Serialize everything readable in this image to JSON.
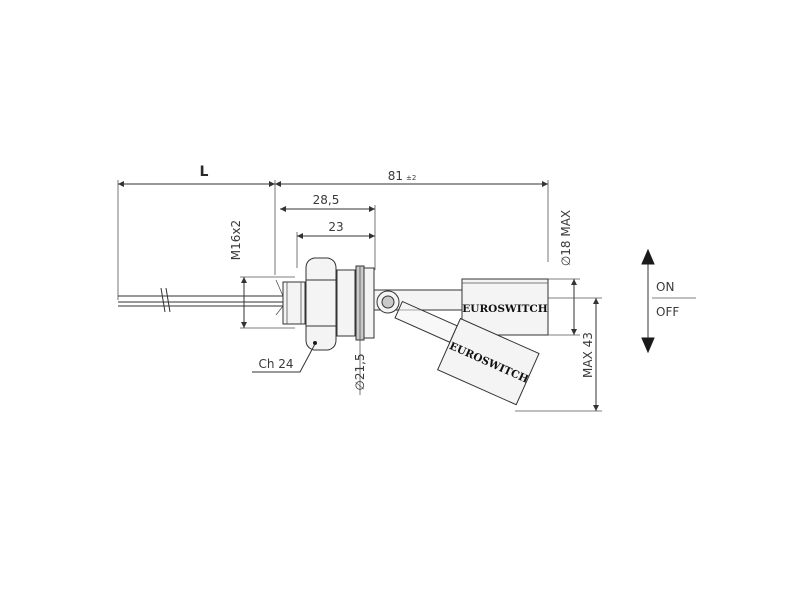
{
  "dimensions": {
    "L": "L",
    "overall_length": "81",
    "overall_tolerance": "±2",
    "length_28_5": "28,5",
    "length_23": "23",
    "thread": "M16x2",
    "hex": "Ch 24",
    "flange_dia": "∅21,5",
    "float_dia": "∅18 MAX",
    "max_swing": "MAX 43"
  },
  "brand": {
    "logo_top": "EUROSWITCH",
    "logo_bottom": "EUROSWITCH"
  },
  "switch_state": {
    "on_label": "ON",
    "off_label": "OFF"
  }
}
